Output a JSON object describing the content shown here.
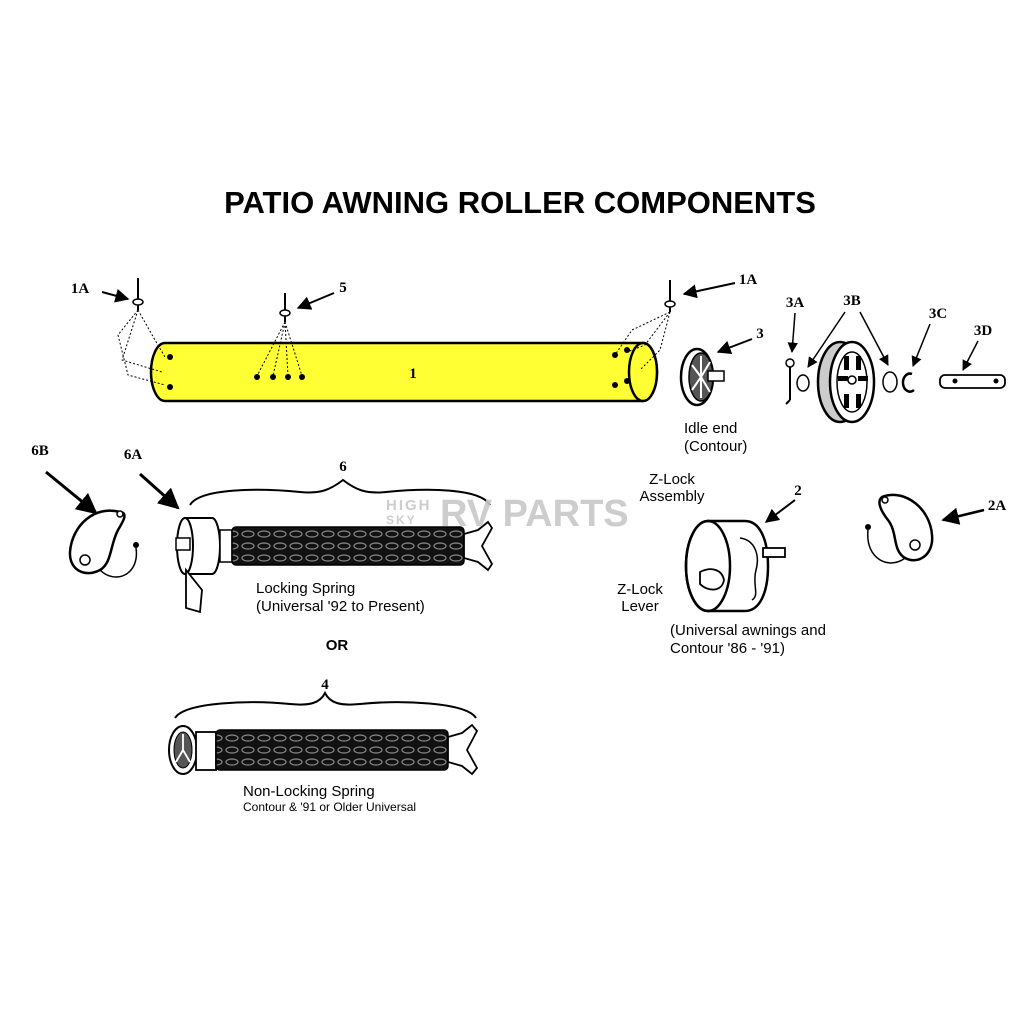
{
  "title": "PATIO AWNING ROLLER COMPONENTS",
  "labels": {
    "p1a_left": "1A",
    "p5": "5",
    "p1a_right": "1A",
    "p1": "1",
    "p3": "3",
    "p3a": "3A",
    "p3b": "3B",
    "p3c": "3C",
    "p3d": "3D",
    "p6b": "6B",
    "p6a": "6A",
    "p6": "6",
    "p2": "2",
    "p2a": "2A",
    "p4": "4"
  },
  "captions": {
    "idle_end_1": "Idle end",
    "idle_end_2": "(Contour)",
    "zlock_assembly_1": "Z-Lock",
    "zlock_assembly_2": "Assembly",
    "zlock_lever_1": "Z-Lock",
    "zlock_lever_2": "Lever",
    "zlock_universal_1": "(Universal awnings and",
    "zlock_universal_2": "Contour '86 - '91)",
    "locking_spring_1": "Locking Spring",
    "locking_spring_2": "(Universal '92 to Present)",
    "or": "OR",
    "nonlocking_spring_1": "Non-Locking Spring",
    "nonlocking_spring_2": "Contour & '91 or Older Universal"
  },
  "watermark": {
    "small_top": "HIGH",
    "small_bottom": "SKY",
    "big": "RV PARTS"
  },
  "colors": {
    "tube_fill": "#ffff33",
    "ink": "#000000",
    "watermark": "#c8c8c8"
  }
}
